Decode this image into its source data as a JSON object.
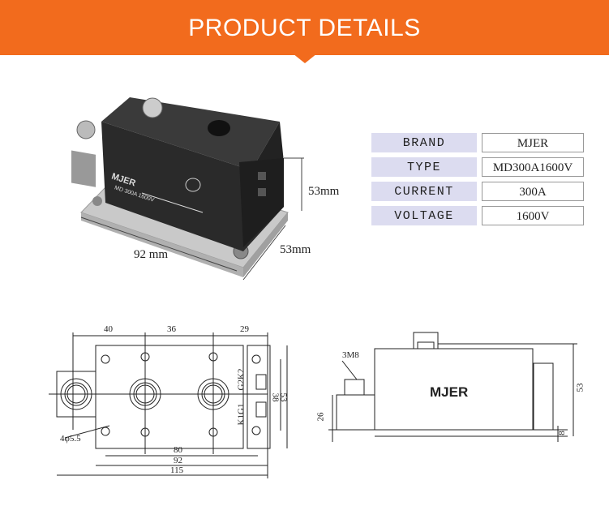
{
  "banner": {
    "title": "PRODUCT DETAILS",
    "color": "#f26b1d"
  },
  "specs": [
    {
      "label": "BRAND",
      "value": "MJER"
    },
    {
      "label": "TYPE",
      "value": "MD300A1600V"
    },
    {
      "label": "CURRENT",
      "value": "300A"
    },
    {
      "label": "VOLTAGE",
      "value": "1600V"
    }
  ],
  "photo": {
    "brand_mark": "MJER",
    "model_mark": "MD 300A 1600V",
    "dim_height": "53mm",
    "dim_width": "53mm",
    "dim_length": "92 mm"
  },
  "top_drawing": {
    "dims_top": [
      "40",
      "36",
      "29"
    ],
    "dims_bottom": [
      "80",
      "92",
      "115"
    ],
    "dims_right": [
      "38",
      "53"
    ],
    "hole_note": "4φ5.5",
    "terminal_labels": [
      "K1G1",
      "G2K2"
    ]
  },
  "side_drawing": {
    "brand": "MJER",
    "screw_note": "3M8",
    "dims": [
      "26",
      "53",
      "8"
    ]
  }
}
